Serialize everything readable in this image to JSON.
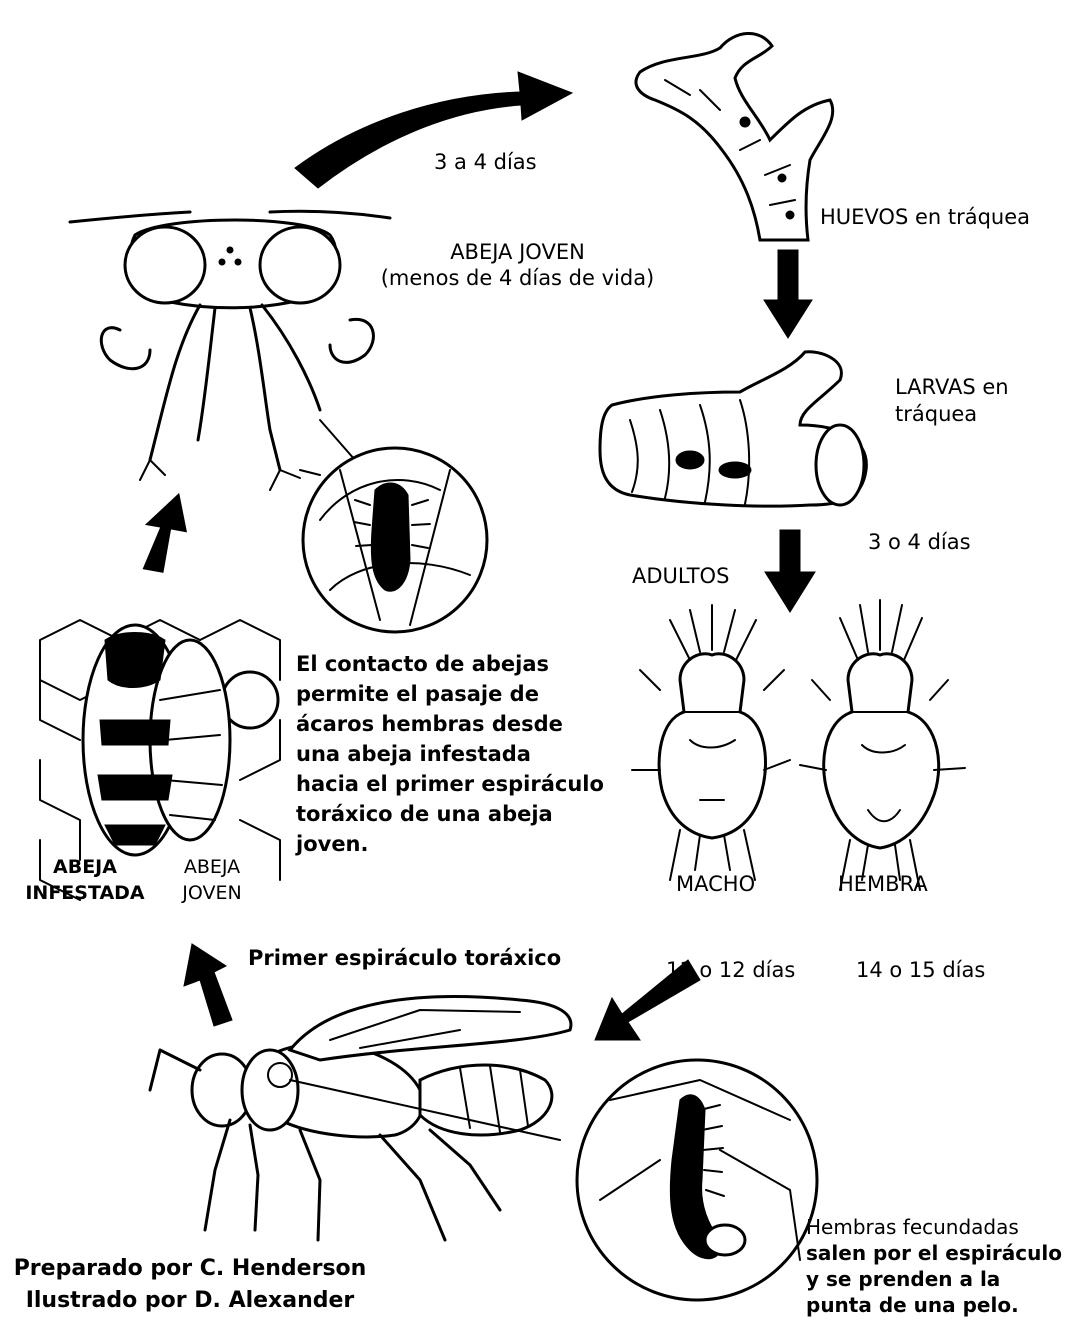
{
  "labels": {
    "days_3_4_top": "3 a 4 días",
    "eggs": "HUEVOS en tráquea",
    "young_bee_title": "ABEJA JOVEN",
    "young_bee_sub": "(menos de 4 días de vida)",
    "larvae": [
      "LARVAS en",
      "tráquea"
    ],
    "days_3_4_right": "3 o 4 días",
    "adults": "ADULTOS",
    "male": "MACHO",
    "female": "HEMBRA",
    "contact_text": [
      "El contacto de abejas",
      "permite el pasaje de",
      "ácaros hembras desde",
      "una abeja infestada",
      "hacia el primer espiráculo",
      "toráxico de una abeja",
      "joven."
    ],
    "infested_bee": [
      "ABEJA",
      "INFESTADA"
    ],
    "young_bee_small": [
      "ABEJA",
      "JOVEN"
    ],
    "first_spiracle": "Primer espiráculo toráxico",
    "days_male": "11 o 12 días",
    "days_female": "14 o 15 días",
    "fertilized_text": [
      "Hembras fecundadas",
      "salen por el espiráculo",
      "y se prenden a la",
      "punta de una pelo."
    ],
    "credits": [
      "Preparado por C. Henderson",
      "Ilustrado por D. Alexander"
    ]
  }
}
